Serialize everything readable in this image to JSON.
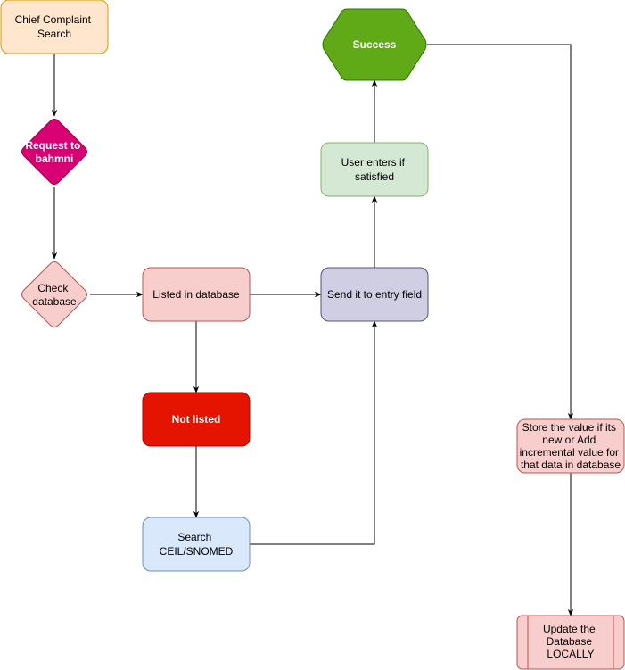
{
  "diagram": {
    "nodes": {
      "chief_complaint": {
        "lines": [
          "Chief Complaint",
          "Search"
        ],
        "fill": "#ffe6cc",
        "stroke": "#d79b00"
      },
      "request_bahmni": {
        "lines": [
          "Request to",
          "bahmni"
        ],
        "fill": "#d80073",
        "stroke": "#a50040"
      },
      "check_database": {
        "lines": [
          "Check",
          "database"
        ],
        "fill": "#f8cecc",
        "stroke": "#b85450"
      },
      "listed_database": {
        "lines": [
          "Listed in database"
        ],
        "fill": "#f8cecc",
        "stroke": "#b85450"
      },
      "not_listed": {
        "lines": [
          "Not listed"
        ],
        "fill": "#e51400",
        "stroke": "#b20000"
      },
      "search_ceil": {
        "lines": [
          "Search",
          "CEIL/SNOMED"
        ],
        "fill": "#dae8fc",
        "stroke": "#6c8ebf"
      },
      "send_entry": {
        "lines": [
          "Send it to entry field"
        ],
        "fill": "#d0cee2",
        "stroke": "#56517e"
      },
      "user_enters": {
        "lines": [
          "User enters if",
          "satisfied"
        ],
        "fill": "#d5e8d4",
        "stroke": "#82b366"
      },
      "success": {
        "lines": [
          "Success"
        ],
        "fill": "#60a917",
        "stroke": "#2d7600"
      },
      "store_value": {
        "lines": [
          "Store the value if its",
          "new or Add",
          "incremental value for",
          "that data in database"
        ],
        "fill": "#f8cecc",
        "stroke": "#b85450"
      },
      "update_db": {
        "lines": [
          "Update the",
          "Database",
          "LOCALLY"
        ],
        "fill": "#f8cecc",
        "stroke": "#b85450"
      }
    }
  }
}
